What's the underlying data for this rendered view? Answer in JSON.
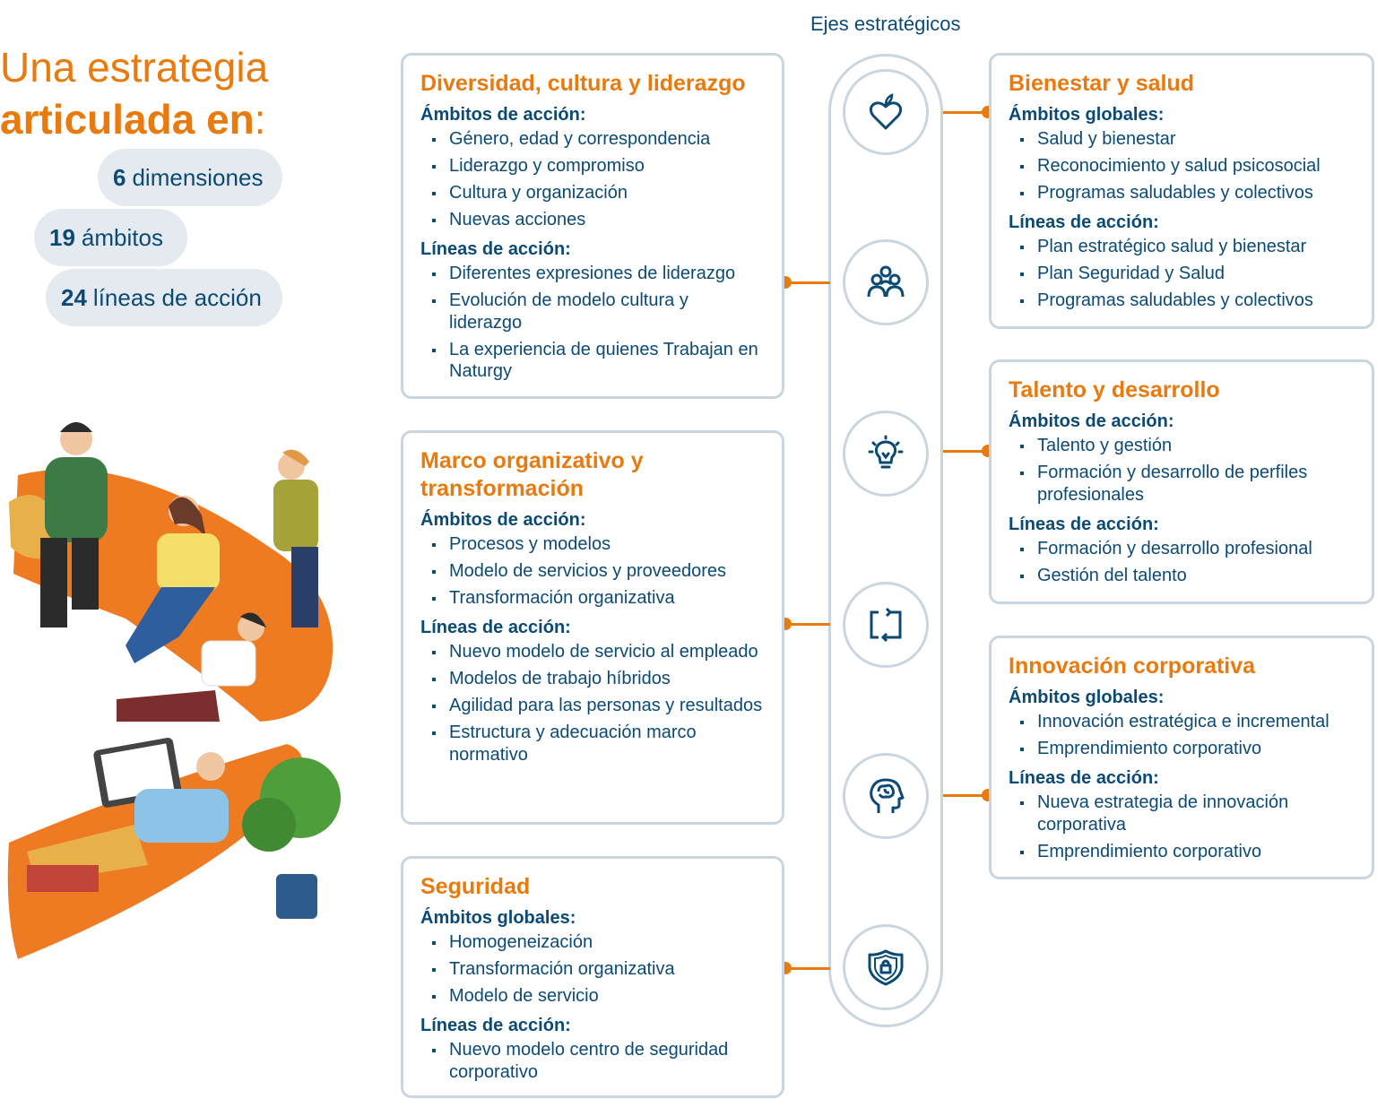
{
  "headline": {
    "line1": "Una estrategia",
    "line2": "articulada en",
    "colon": ":"
  },
  "stats": [
    {
      "number": "6",
      "label": "dimensiones"
    },
    {
      "number": "19",
      "label": "ámbitos"
    },
    {
      "number": "24",
      "label": "líneas de acción"
    }
  ],
  "axes_label": "Ejes estratégicos",
  "colors": {
    "orange": "#E87A0E",
    "navy": "#0B4A75",
    "border": "#C9D6E0",
    "pill": "#E4EAEF"
  },
  "axis_icons": [
    "apple-heart-icon",
    "people-group-icon",
    "lightbulb-icon",
    "transform-arrows-icon",
    "brain-head-icon",
    "shield-lock-icon"
  ],
  "left_cards": [
    {
      "title": "Diversidad, cultura y liderazgo",
      "sections": [
        {
          "heading": "Ámbitos de acción:",
          "items": [
            "Género, edad y correspondencia",
            "Liderazgo y compromiso",
            "Cultura y organización",
            "Nuevas acciones"
          ]
        },
        {
          "heading": "Líneas de acción:",
          "items": [
            "Diferentes expresiones de liderazgo",
            "Evolución de modelo cultura y liderazgo",
            "La experiencia de quienes Trabajan en Naturgy"
          ]
        }
      ]
    },
    {
      "title": "Marco organizativo y transformación",
      "sections": [
        {
          "heading": "Ámbitos de acción:",
          "items": [
            "Procesos y modelos",
            "Modelo de servicios y proveedores",
            "Transformación organizativa"
          ]
        },
        {
          "heading": "Líneas de acción:",
          "items": [
            "Nuevo modelo de servicio al empleado",
            "Modelos de trabajo híbridos",
            "Agilidad para las personas y resultados",
            "Estructura y adecuación marco normativo"
          ]
        }
      ]
    },
    {
      "title": "Seguridad",
      "sections": [
        {
          "heading": "Ámbitos globales:",
          "items": [
            "Homogeneización",
            "Transformación organizativa",
            "Modelo de servicio"
          ]
        },
        {
          "heading": "Líneas de acción:",
          "items": [
            "Nuevo modelo centro de seguridad corporativo"
          ]
        }
      ]
    }
  ],
  "right_cards": [
    {
      "title": "Bienestar y salud",
      "sections": [
        {
          "heading": "Ámbitos globales:",
          "items": [
            "Salud y bienestar",
            "Reconocimiento y salud psicosocial",
            "Programas saludables y colectivos"
          ]
        },
        {
          "heading": "Líneas de acción:",
          "items": [
            "Plan estratégico salud y bienestar",
            "Plan Seguridad y Salud",
            "Programas saludables y colectivos"
          ]
        }
      ]
    },
    {
      "title": "Talento y desarrollo",
      "sections": [
        {
          "heading": "Ámbitos de acción:",
          "items": [
            "Talento y gestión",
            "Formación y desarrollo de perfiles profesionales"
          ]
        },
        {
          "heading": "Líneas de acción:",
          "items": [
            "Formación y desarrollo profesional",
            "Gestión del talento"
          ]
        }
      ]
    },
    {
      "title": "Innovación corporativa",
      "sections": [
        {
          "heading": "Ámbitos globales:",
          "items": [
            "Innovación estratégica e incremental",
            "Emprendimiento corporativo"
          ]
        },
        {
          "heading": "Líneas de acción:",
          "items": [
            "Nueva estrategia de innovación corporativa",
            "Emprendimiento corporativo"
          ]
        }
      ]
    }
  ]
}
